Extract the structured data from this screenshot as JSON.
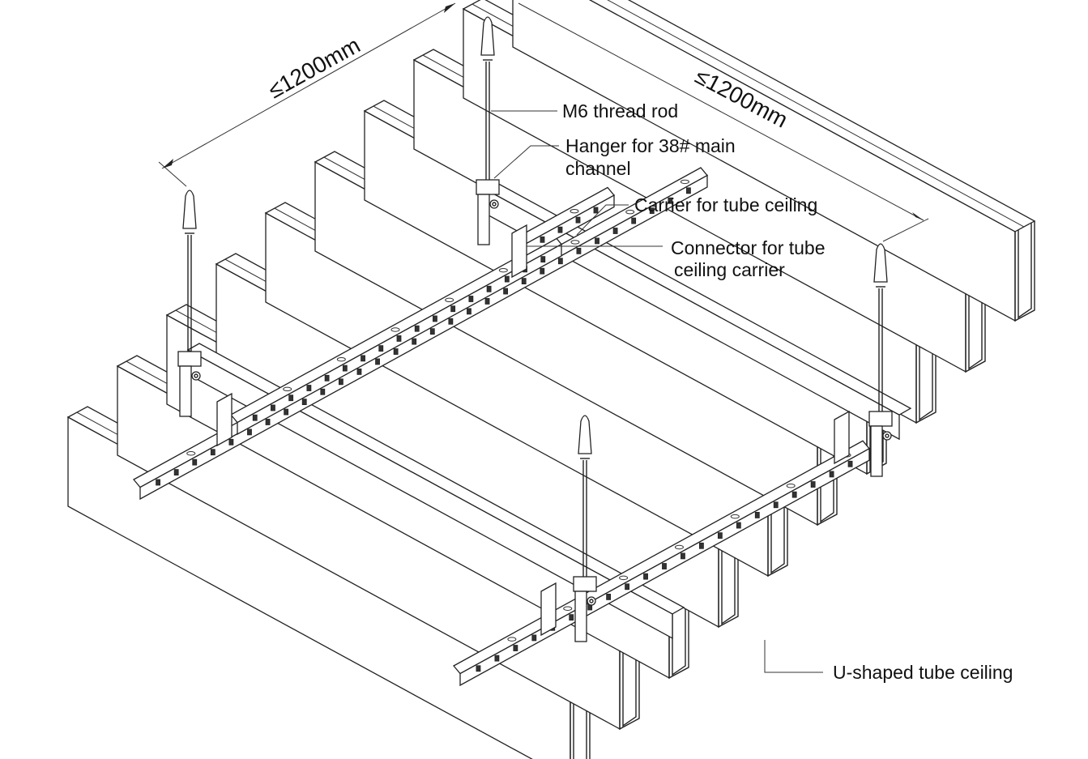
{
  "labels": {
    "thread_rod": "M6 thread rod",
    "hanger_line1": "Hanger for 38# main",
    "hanger_line2": "channel",
    "carrier": "Carrier for tube ceiling",
    "connector_line1": "Connector for tube",
    "connector_line2": "ceiling carrier",
    "u_tube": "U-shaped tube ceiling"
  },
  "dimensions": {
    "left": "≤1200mm",
    "right": "≤1200mm"
  },
  "colors": {
    "line": "#222222",
    "background": "#ffffff"
  }
}
